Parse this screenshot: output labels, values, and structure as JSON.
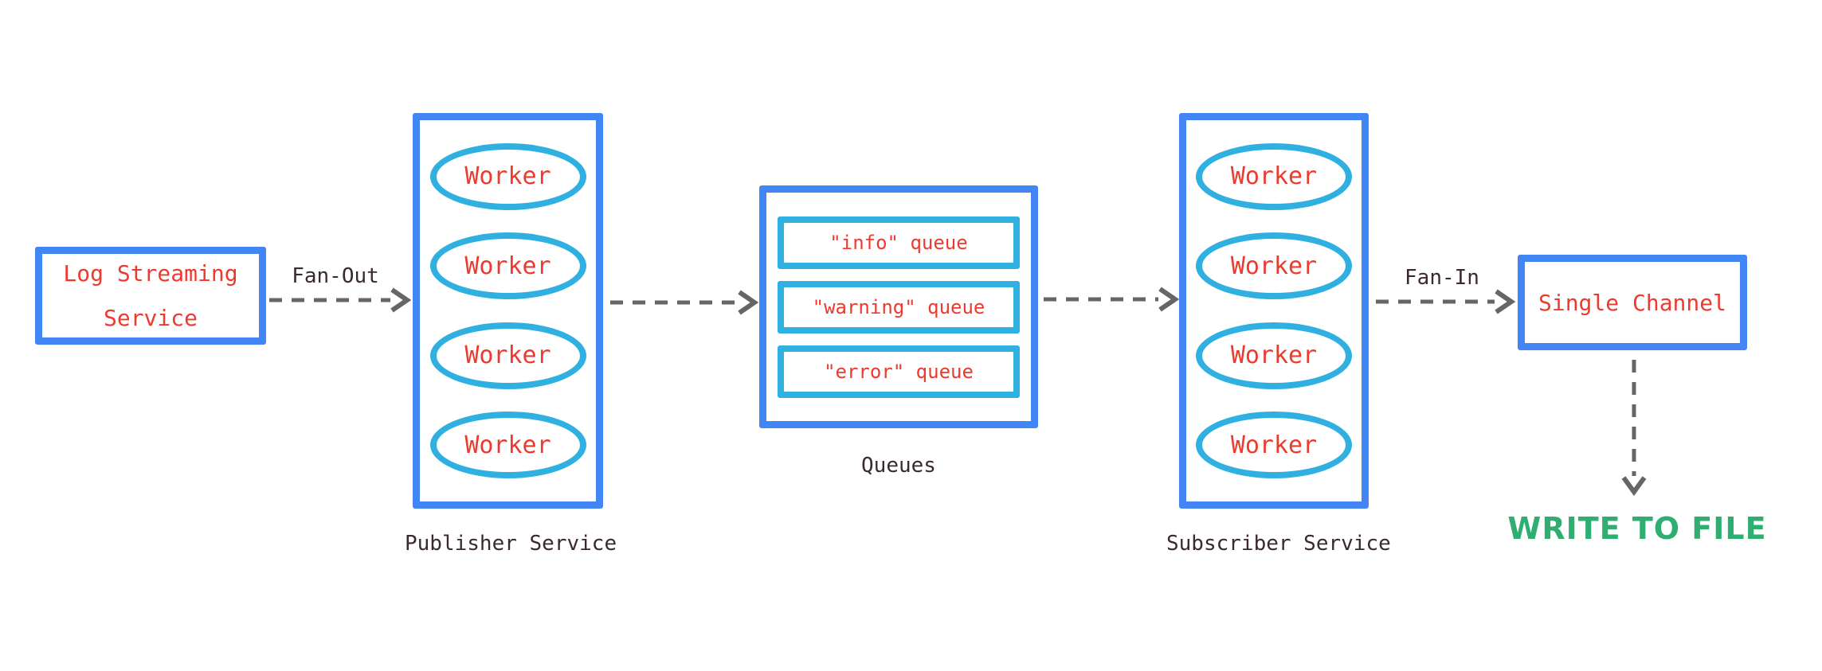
{
  "colors": {
    "box_border_blue": "#4285F4",
    "ellipse_border_cyan": "#2FB0E0",
    "text_red": "#EE3A2E",
    "text_dark": "#3B2A2C",
    "text_green": "#2FAE72",
    "arrow_gray": "#666666"
  },
  "log_service": {
    "line1": "Log Streaming",
    "line2": "Service"
  },
  "fan_out": {
    "label": "Fan-Out"
  },
  "publisher": {
    "title": "Publisher Service",
    "workers": [
      "Worker",
      "Worker",
      "Worker",
      "Worker"
    ]
  },
  "queues": {
    "title": "Queues",
    "items": [
      "\"info\" queue",
      "\"warning\" queue",
      "\"error\" queue"
    ]
  },
  "subscriber": {
    "title": "Subscriber Service",
    "workers": [
      "Worker",
      "Worker",
      "Worker",
      "Worker"
    ]
  },
  "fan_in": {
    "label": "Fan-In"
  },
  "single_channel": {
    "label": "Single Channel"
  },
  "sink": {
    "label": "WRITE TO FILE"
  }
}
